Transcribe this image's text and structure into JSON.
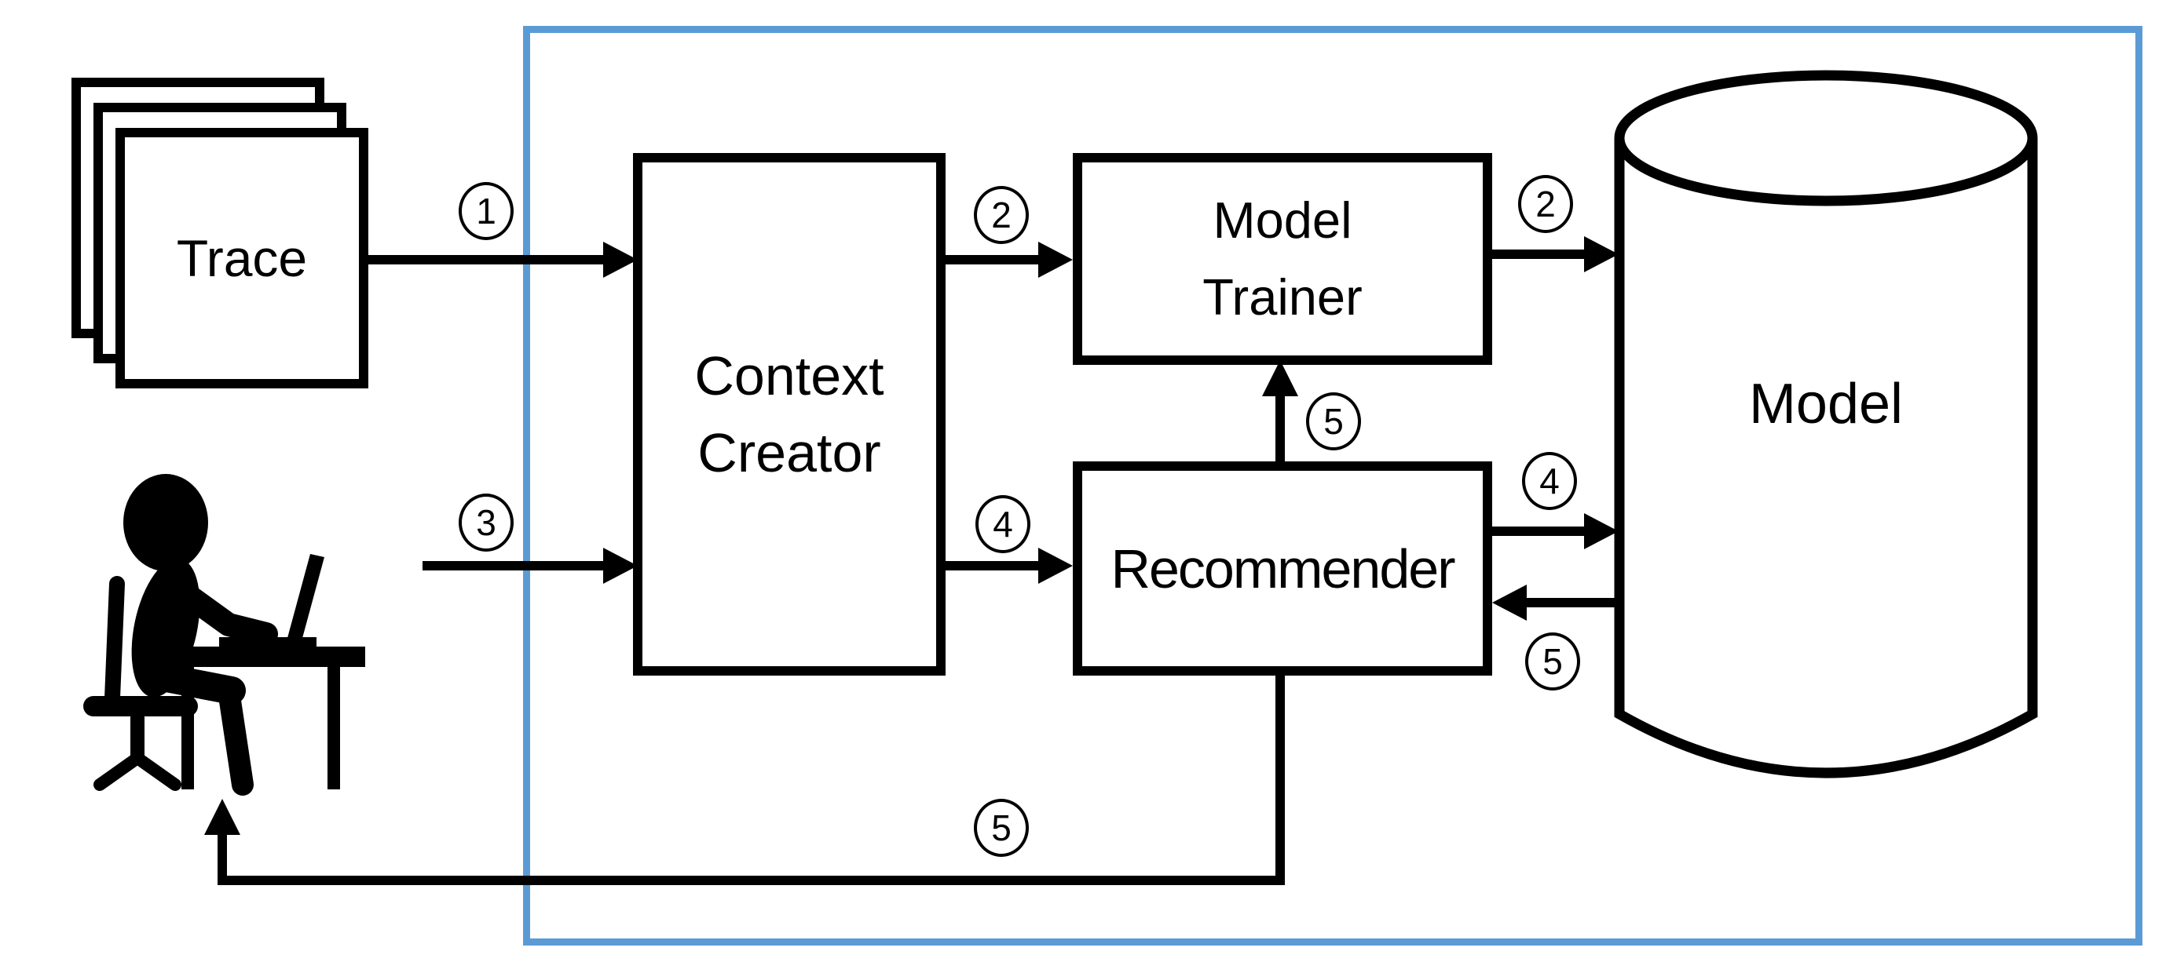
{
  "diagram": {
    "colors": {
      "boundary_accent": "#5B9BD5",
      "line": "#000000",
      "background": "#FFFFFF"
    },
    "nodes": {
      "trace": {
        "label": "Trace"
      },
      "user": {
        "icon": "person-at-desk-icon"
      },
      "context_creator": {
        "line1": "Context",
        "line2": "Creator"
      },
      "model_trainer": {
        "line1": "Model",
        "line2": "Trainer"
      },
      "recommender": {
        "label": "Recommender"
      },
      "model_store": {
        "label": "Model",
        "shape": "cylinder"
      }
    },
    "flows": [
      {
        "step": "1",
        "from": "Trace",
        "to": "Context Creator"
      },
      {
        "step": "2",
        "from": "Context Creator",
        "to": "Model Trainer"
      },
      {
        "step": "2",
        "from": "Model Trainer",
        "to": "Model"
      },
      {
        "step": "3",
        "from": "User",
        "to": "Context Creator"
      },
      {
        "step": "4",
        "from": "Context Creator",
        "to": "Recommender"
      },
      {
        "step": "4",
        "from": "Recommender",
        "to": "Model"
      },
      {
        "step": "5",
        "from": "Recommender",
        "to": "Model Trainer"
      },
      {
        "step": "5",
        "from": "Model",
        "to": "Recommender"
      },
      {
        "step": "5",
        "from": "Recommender",
        "to": "User"
      }
    ]
  }
}
